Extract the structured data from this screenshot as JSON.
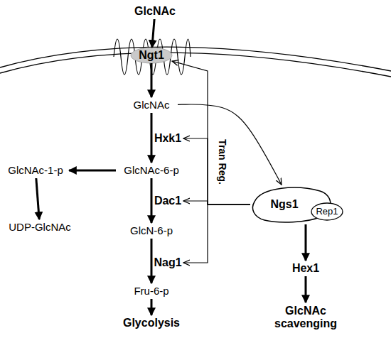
{
  "diagram": {
    "nodes": [
      {
        "text": [
          "GlcNAc"
        ]
      },
      {
        "text": [
          "Ngt1"
        ]
      },
      {
        "text": [
          "GlcNAc"
        ]
      },
      {
        "text": [
          "Hxk1"
        ]
      },
      {
        "text": [
          "GlcNAc-6-p"
        ]
      },
      {
        "text": [
          "GlcNAc-1-p"
        ]
      },
      {
        "text": [
          "Dac1"
        ]
      },
      {
        "text": [
          "GlcN-6-p"
        ]
      },
      {
        "text": [
          "Ngs1"
        ]
      },
      {
        "text": [
          "Rep1"
        ]
      },
      {
        "text": [
          "UDP-GlcNAc"
        ]
      },
      {
        "text": [
          "Nag1"
        ]
      },
      {
        "text": [
          "Fru-6-p"
        ]
      },
      {
        "text": [
          "Hex1"
        ]
      },
      {
        "text": [
          "Glycolysis"
        ]
      },
      {
        "text": [
          "GlcNAc scavenging"
        ]
      }
    ],
    "edges": [
      {
        "from": 0,
        "to": 1,
        "arrow": "to"
      },
      {
        "from": 1,
        "to": 2,
        "arrow": "to"
      },
      {
        "from": 2,
        "to": 4,
        "arrow": "to"
      },
      {
        "from": 4,
        "to": 5,
        "arrow": "to"
      },
      {
        "from": 4,
        "to": 7,
        "arrow": "to"
      },
      {
        "from": 5,
        "to": 10,
        "arrow": "to"
      },
      {
        "from": 7,
        "to": 12,
        "arrow": "to"
      },
      {
        "from": 12,
        "to": 14,
        "arrow": "to"
      },
      {
        "from": 2,
        "to": 8,
        "arrow": "to"
      },
      {
        "from": 8,
        "to": 1,
        "label": "Tran Reg.",
        "arrow": "to"
      },
      {
        "from": 8,
        "to": 3,
        "arrow": "to"
      },
      {
        "from": 8,
        "to": 6,
        "arrow": "to"
      },
      {
        "from": 8,
        "to": 11,
        "arrow": "to"
      },
      {
        "from": 8,
        "to": 13,
        "arrow": "to"
      },
      {
        "from": 13,
        "to": 15,
        "arrow": "to"
      }
    ]
  }
}
